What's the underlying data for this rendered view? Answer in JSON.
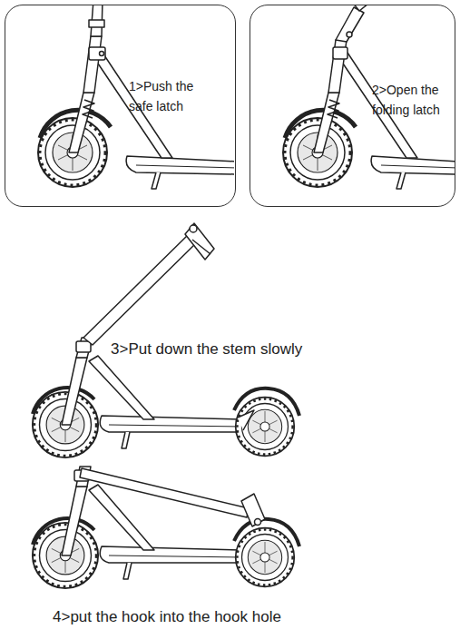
{
  "diagram": {
    "nodes": [
      {
        "text": [
          "1>Push the safe latch"
        ]
      },
      {
        "text": [
          "2>Open the folding latch"
        ]
      }
    ],
    "labels": [
      "3>Put down the stem slowly",
      "4>put the hook into the hook hole"
    ]
  }
}
